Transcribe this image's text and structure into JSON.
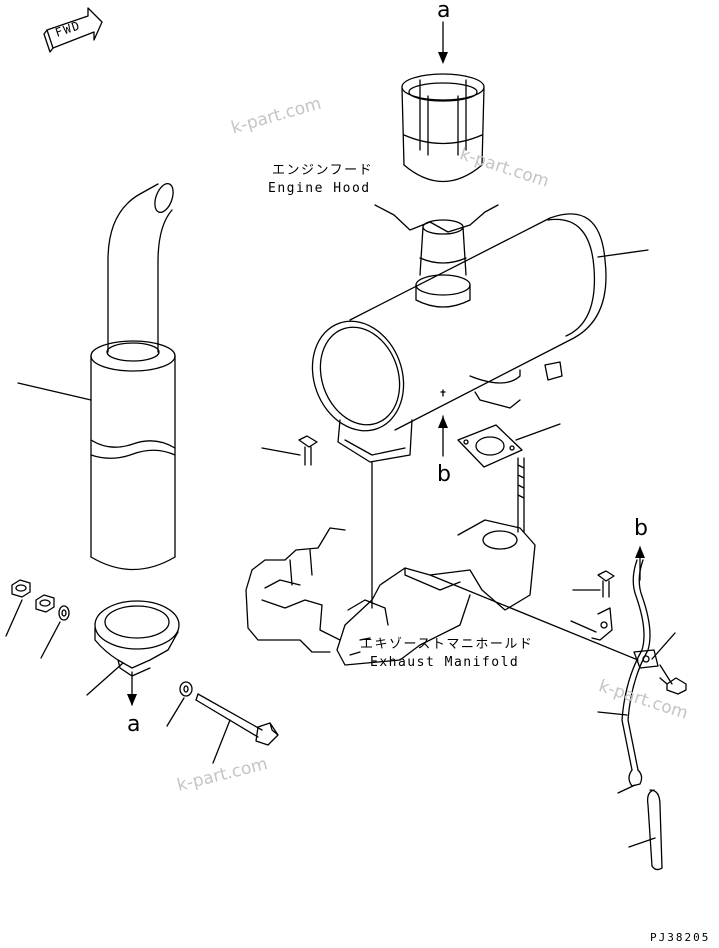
{
  "labels": {
    "engine_hood_jp": "エンジンフード",
    "engine_hood_en": "Engine Hood",
    "exhaust_manifold_jp": "エキゾーストマニホールド",
    "exhaust_manifold_en": "Exhaust Manifold",
    "fwd": "FWD"
  },
  "view_letters": {
    "a_top": "a",
    "a_bottom": "a",
    "b_middle": "b",
    "b_right": "b"
  },
  "watermarks": [
    "k-part.com",
    "k-part.com",
    "k-part.com",
    "k-part.com"
  ],
  "figure_code": "PJ38205",
  "colors": {
    "line": "#000000",
    "watermark": "#c4c4c4",
    "background": "#ffffff"
  }
}
